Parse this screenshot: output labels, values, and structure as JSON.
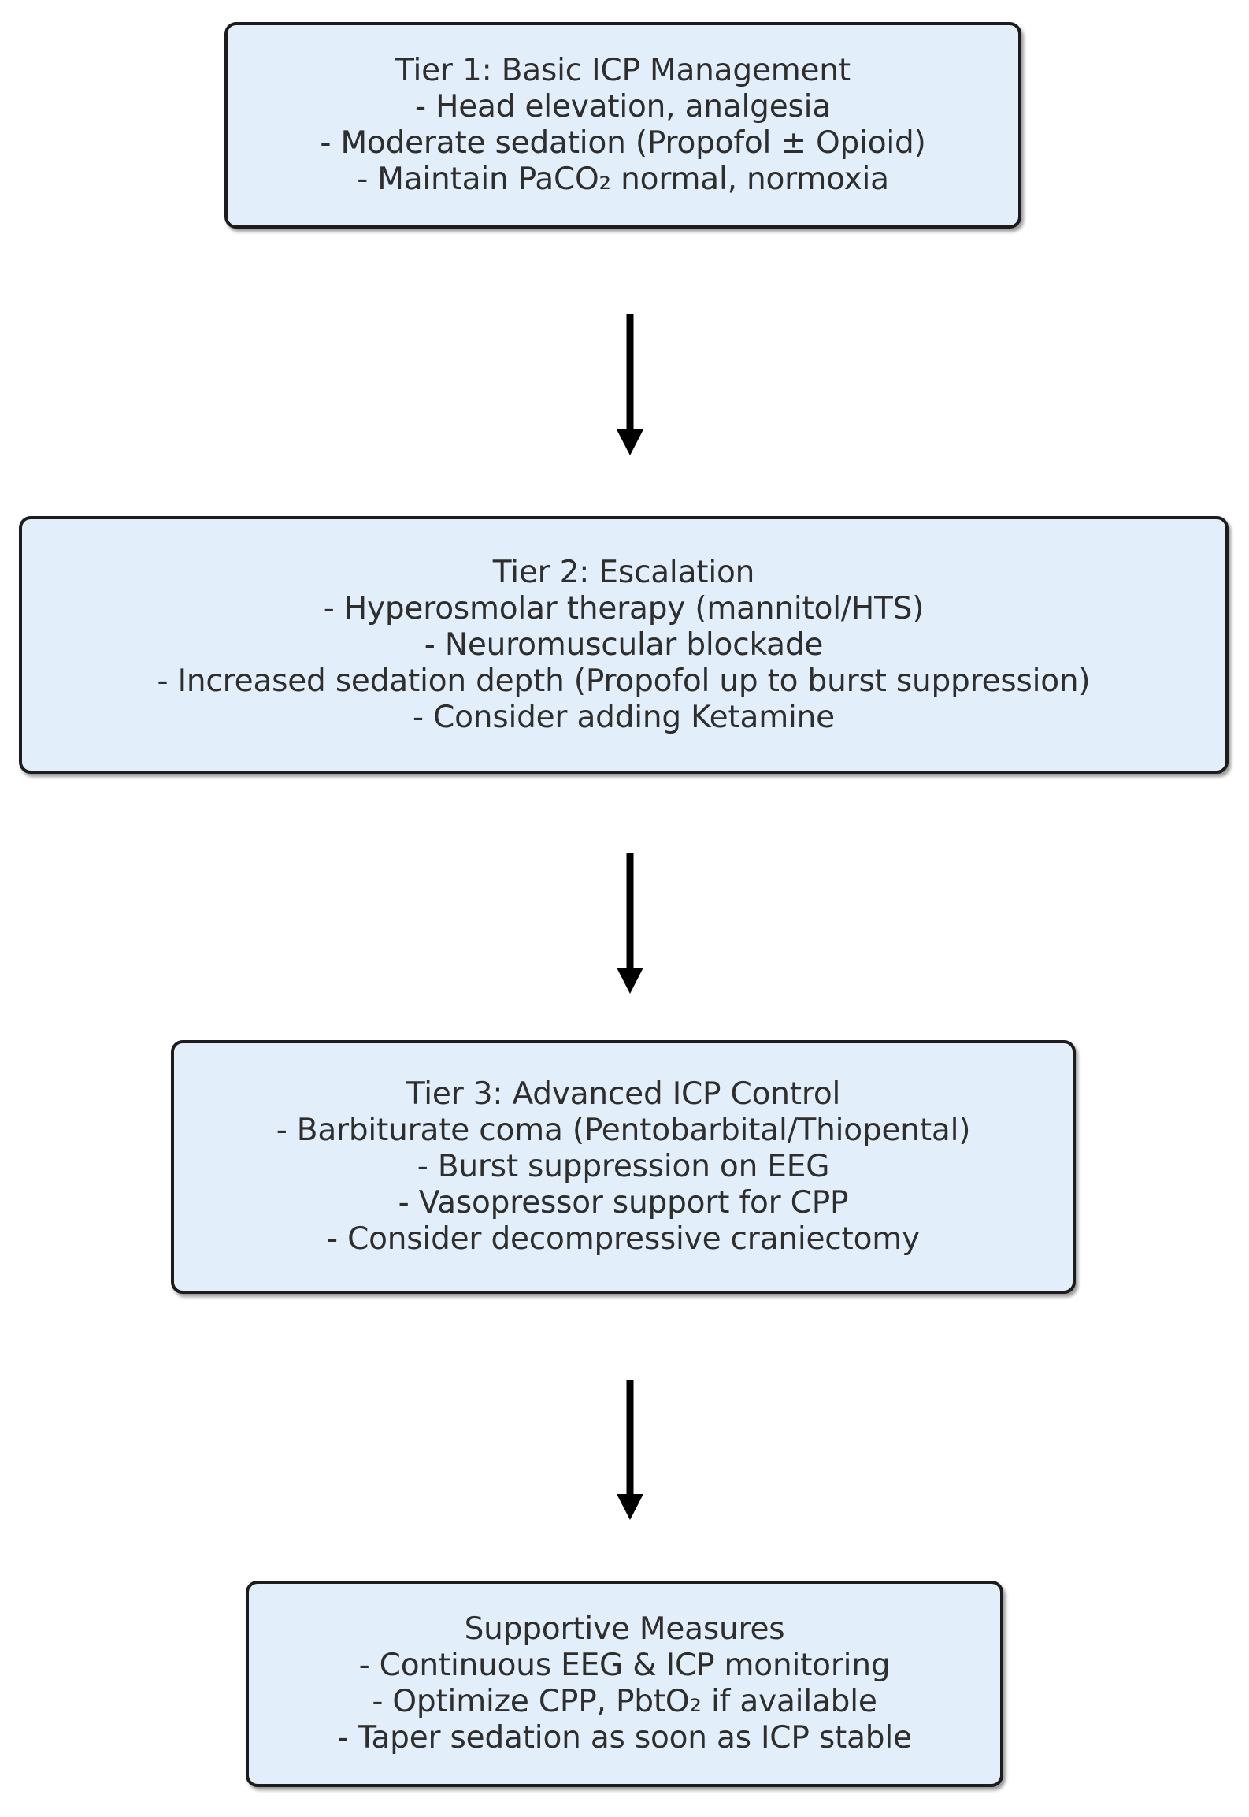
{
  "diagram": {
    "type": "flowchart",
    "orientation": "top-to-bottom",
    "colors": {
      "node_fill": "#e3eefb",
      "node_border": "#1c1c1c",
      "text": "#2e2e2e",
      "arrow": "#000000",
      "background": "#ffffff"
    },
    "nodes": [
      {
        "id": "tier1",
        "title": "Tier 1: Basic ICP Management",
        "lines": [
          "Tier 1: Basic ICP Management",
          "- Head elevation, analgesia",
          "- Moderate sedation (Propofol ± Opioid)",
          "- Maintain PaCO₂ normal, normoxia"
        ]
      },
      {
        "id": "tier2",
        "title": "Tier 2: Escalation",
        "lines": [
          "Tier 2: Escalation",
          "- Hyperosmolar therapy (mannitol/HTS)",
          "- Neuromuscular blockade",
          "- Increased sedation depth (Propofol up to burst suppression)",
          "- Consider adding Ketamine"
        ]
      },
      {
        "id": "tier3",
        "title": "Tier 3: Advanced ICP Control",
        "lines": [
          "Tier 3: Advanced ICP Control",
          "- Barbiturate coma (Pentobarbital/Thiopental)",
          "- Burst suppression on EEG",
          "- Vasopressor support for CPP",
          "- Consider decompressive craniectomy"
        ]
      },
      {
        "id": "supportive",
        "title": "Supportive Measures",
        "lines": [
          "Supportive Measures",
          "- Continuous EEG & ICP monitoring",
          "- Optimize CPP, PbtO₂ if available",
          "- Taper sedation as soon as ICP stable"
        ]
      }
    ],
    "edges": [
      {
        "id": "edge-1",
        "from": "tier1",
        "to": "tier2",
        "icon": "arrow-down-icon",
        "label": ""
      },
      {
        "id": "edge-2",
        "from": "tier2",
        "to": "tier3",
        "icon": "arrow-down-icon",
        "label": ""
      },
      {
        "id": "edge-3",
        "from": "tier3",
        "to": "supportive",
        "icon": "arrow-down-icon",
        "label": ""
      }
    ]
  }
}
